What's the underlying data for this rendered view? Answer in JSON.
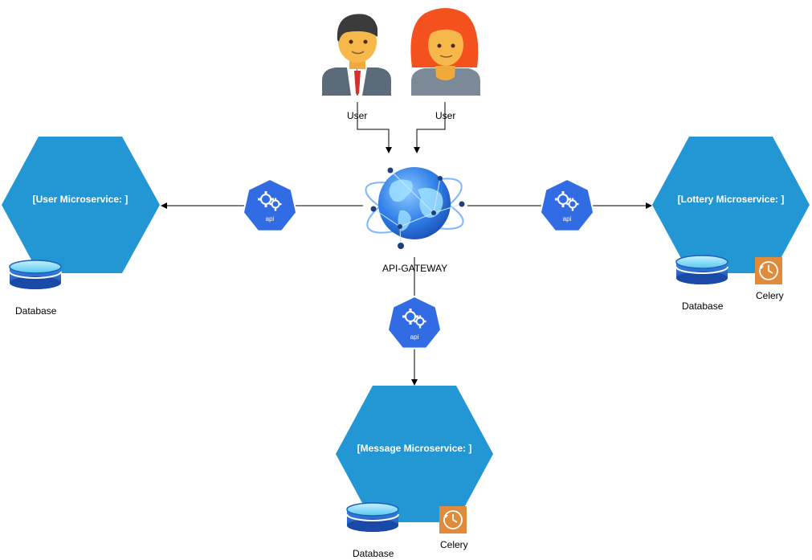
{
  "users": {
    "male_label": "User",
    "female_label": "User"
  },
  "gateway": {
    "label": "API-GATEWAY"
  },
  "api_badge_text": "api",
  "services": {
    "user": {
      "title": "[User Microservice: ]",
      "db_label": "Database"
    },
    "lottery": {
      "title": "[Lottery Microservice: ]",
      "db_label": "Database",
      "celery_label": "Celery"
    },
    "message": {
      "title": "[Message Microservice: ]",
      "db_label": "Database",
      "celery_label": "Celery"
    }
  },
  "colors": {
    "hexagon": "#2396d4",
    "api_badge": "#326ce5",
    "celery": "#e08a3c",
    "database_top": "#7fd8f5",
    "database_body": "#1f5fbf"
  }
}
